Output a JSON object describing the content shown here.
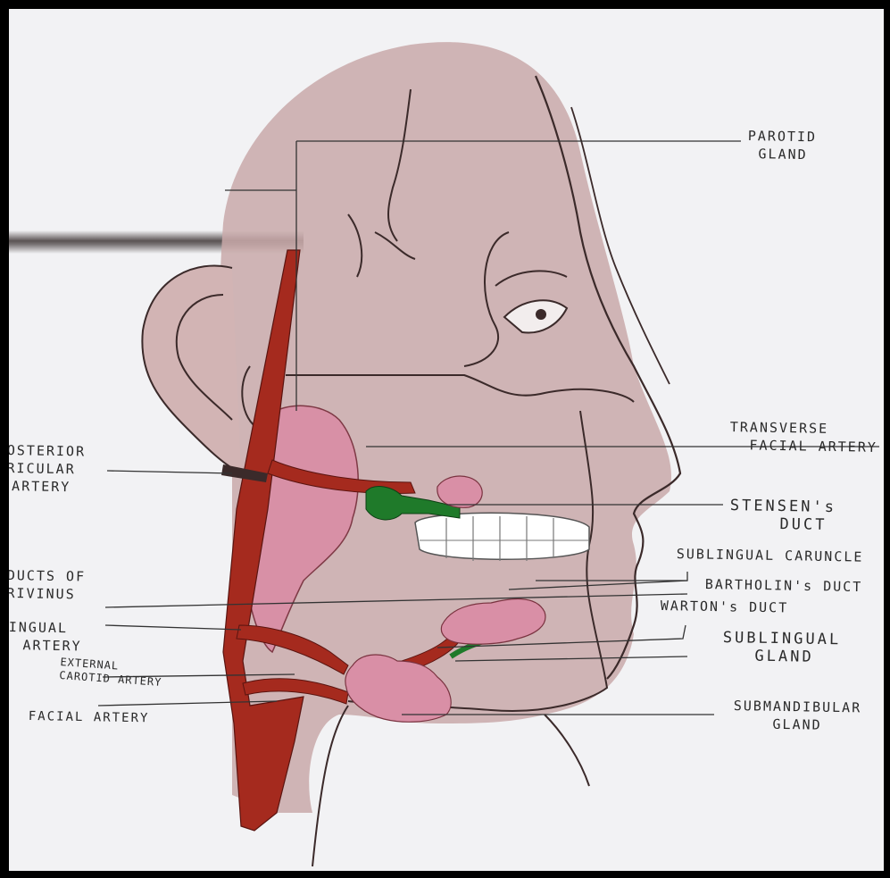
{
  "labels": {
    "parotid_gland": [
      "PAROTID",
      "GLAND"
    ],
    "transverse_facial_artery": [
      "TRANSVERSE",
      "FACIAL ARTERY"
    ],
    "stensens_duct": [
      "STENSEN's",
      "DUCT"
    ],
    "sublingual_caruncle": "SUBLINGUAL CARUNCLE",
    "bartholins_duct": "BARTHOLIN's DUCT",
    "wartons_duct": "WARTON's DUCT",
    "sublingual_gland": [
      "SUBLINGUAL",
      "GLAND"
    ],
    "submandibular_gland": [
      "SUBMANDIBULAR",
      "GLAND"
    ],
    "posterior_auricular_artery": [
      "OSTERIOR",
      "RICULAR",
      "ARTERY"
    ],
    "ducts_of_rivinus": [
      "DUCTS OF",
      "RIVINUS"
    ],
    "lingual_artery": [
      "INGUAL",
      "ARTERY"
    ],
    "external_carotid_artery": [
      "EXTERNAL",
      "CAROTID ARTERY"
    ],
    "facial_artery": "FACIAL ARTERY"
  },
  "colors": {
    "skin": "#c9a9a9",
    "artery": "#a52a1e",
    "gland": "#d98fa6",
    "duct": "#1f7a2a",
    "outline": "#3b2a2a",
    "paper": "#f2f2f4"
  }
}
